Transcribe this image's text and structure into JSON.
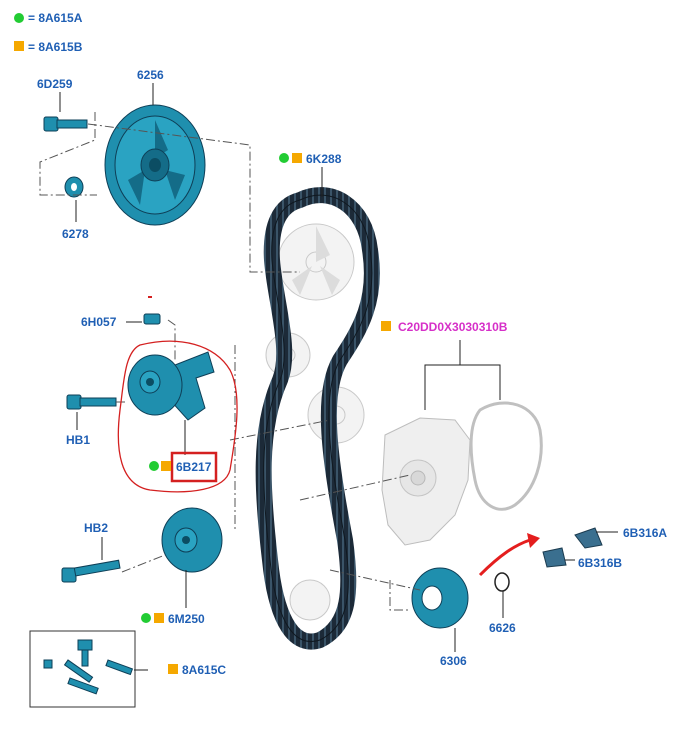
{
  "legend": {
    "items": [
      {
        "marker": "green-circle",
        "text": "= 8A615A"
      },
      {
        "marker": "orange-square",
        "text": "= 8A615B"
      }
    ]
  },
  "labels": {
    "p6D259": "6D259",
    "p6256": "6256",
    "p6278": "6278",
    "p6K288": "6K288",
    "p6H057": "6H057",
    "pHB1": "HB1",
    "p6B217": "6B217",
    "pHB2": "HB2",
    "p6M250": "6M250",
    "p8A615C": "8A615C",
    "pC20": "C20DD0X3030310B",
    "p6B316A": "6B316A",
    "p6B316B": "6B316B",
    "p6626": "6626",
    "p6306": "6306"
  },
  "colors": {
    "part": "#1f8fae",
    "label": "#1f5fb4",
    "callout_pink": "#d62fc8",
    "marker_green": "#22cc33",
    "marker_orange": "#f5a800",
    "highlight_red": "#d42020",
    "arrow_red": "#e41e1e",
    "belt": "#1c2a38"
  }
}
